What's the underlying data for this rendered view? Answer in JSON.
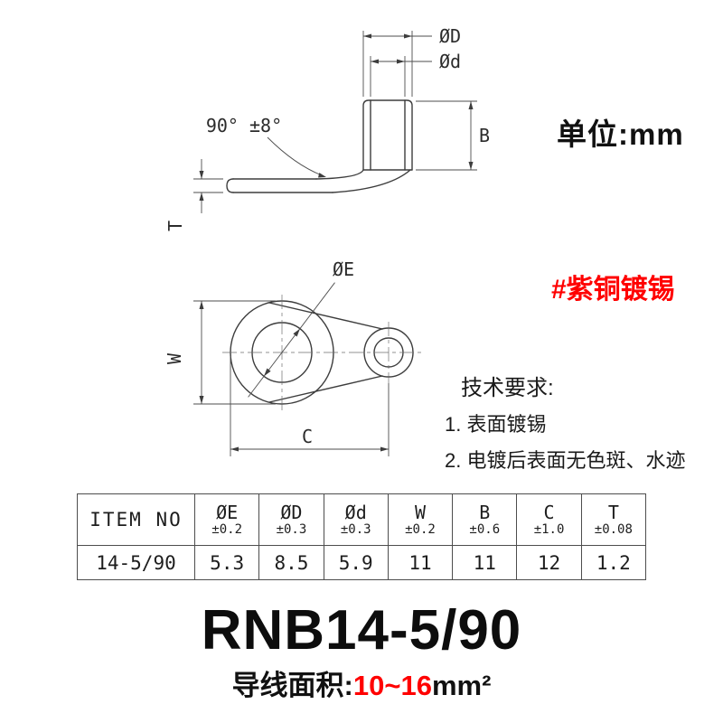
{
  "unit_label": "单位:mm",
  "material_label": "#紫铜镀锡",
  "tech_requirements": {
    "title": "技术要求:",
    "item1": "1. 表面镀锡",
    "item2": "2. 电镀后表面无色斑、水迹"
  },
  "drawing": {
    "angle_label": "90° ±8°",
    "outer_diameter_label": "ØD",
    "inner_diameter_label": "Ød",
    "barrel_height_label": "B",
    "thickness_label": "T",
    "hole_diameter_label": "ØE",
    "width_label": "W",
    "length_label": "C"
  },
  "table": {
    "item_no_header": "ITEM NO",
    "columns": [
      {
        "sym": "ØE",
        "tol": "±0.2"
      },
      {
        "sym": "ØD",
        "tol": "±0.3"
      },
      {
        "sym": "Ød",
        "tol": "±0.3"
      },
      {
        "sym": "W",
        "tol": "±0.2"
      },
      {
        "sym": "B",
        "tol": "±0.6"
      },
      {
        "sym": "C",
        "tol": "±1.0"
      },
      {
        "sym": "T",
        "tol": "±0.08"
      }
    ],
    "row": {
      "item_no": "14-5/90",
      "values": [
        "5.3",
        "8.5",
        "5.9",
        "11",
        "11",
        "12",
        "1.2"
      ]
    }
  },
  "product": {
    "model": "RNB14-5/90",
    "wire_area_label": "导线面积:",
    "wire_area_value": "10~16",
    "wire_area_unit": "mm²"
  },
  "colors": {
    "accent_red": "#ff0000",
    "line": "#3d3d3d"
  }
}
